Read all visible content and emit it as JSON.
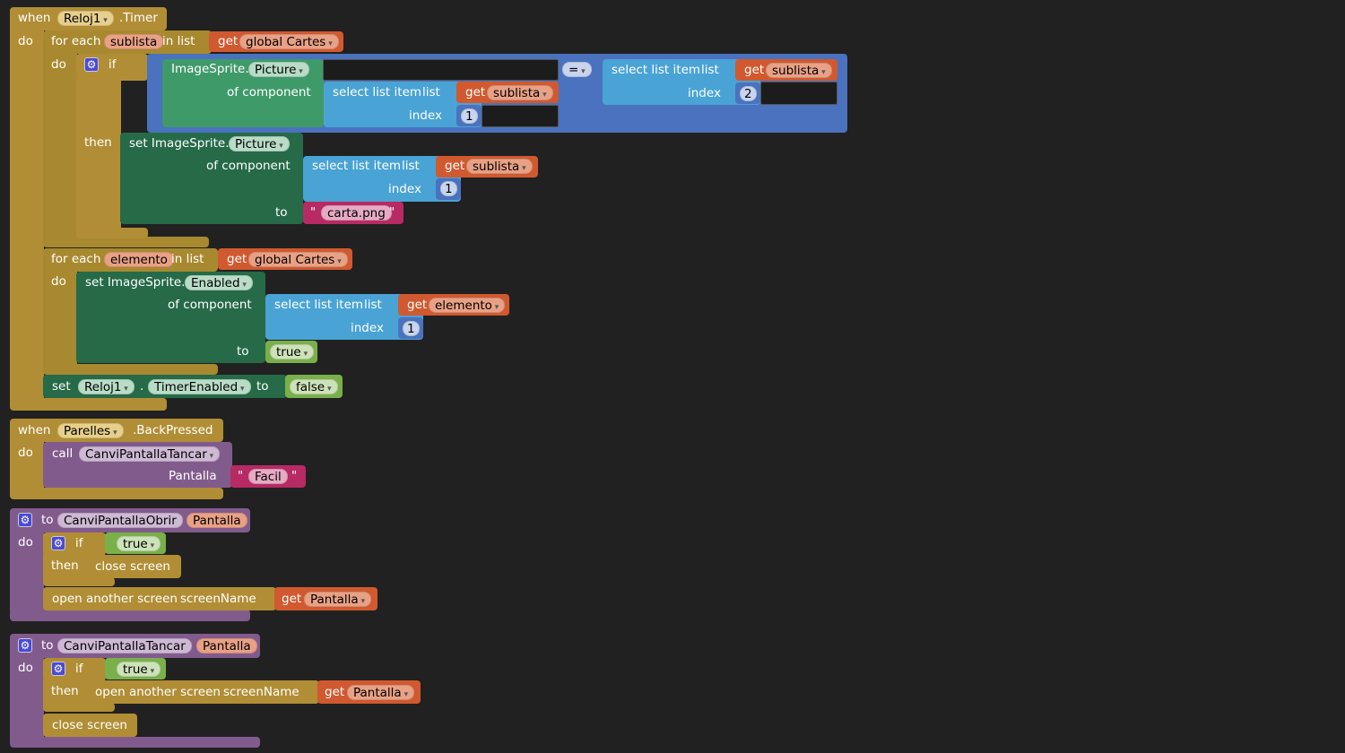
{
  "ev1": {
    "when": "when",
    "component": "Reloj1",
    "event": ".Timer",
    "do": "do",
    "foreach1": {
      "label": "for each",
      "var": "sublista",
      "in_list": "in list",
      "get": "get",
      "list": "global Cartes",
      "do": "do"
    },
    "if_block": {
      "if": "if",
      "then": "then",
      "getter": {
        "component": "ImageSprite.",
        "prop": "Picture",
        "of_component": "of component"
      },
      "sel1": {
        "label": "select list item",
        "list": "list",
        "get": "get",
        "var": "sublista",
        "index": "index",
        "num": "1"
      },
      "eq": "=",
      "sel2": {
        "label": "select list item",
        "list": "list",
        "get": "get",
        "var": "sublista",
        "index": "index",
        "num": "2"
      },
      "setter": {
        "label": "set ImageSprite.",
        "prop": "Picture",
        "of_component": "of component",
        "to": "to"
      },
      "sel3": {
        "label": "select list item",
        "list": "list",
        "get": "get",
        "var": "sublista",
        "index": "index",
        "num": "1"
      },
      "text": "carta.png",
      "quote": "\""
    },
    "foreach2": {
      "label": "for each",
      "var": "elemento",
      "in_list": "in list",
      "get": "get",
      "list": "global Cartes",
      "do": "do"
    },
    "setter2": {
      "label": "set ImageSprite.",
      "prop": "Enabled",
      "of_component": "of component",
      "to": "to",
      "value": "true"
    },
    "sel4": {
      "label": "select list item",
      "list": "list",
      "get": "get",
      "var": "elemento",
      "index": "index",
      "num": "1"
    },
    "set_timer": {
      "set": "set",
      "component": "Reloj1",
      "dot": ".",
      "prop": "TimerEnabled",
      "to": "to",
      "value": "false"
    }
  },
  "ev2": {
    "when": "when",
    "component": "Parelles",
    "event": ".BackPressed",
    "do": "do",
    "call": "call",
    "proc": "CanviPantallaTancar",
    "arg": "Pantalla",
    "text": "Facil",
    "quote": "\""
  },
  "proc1": {
    "to": "to",
    "name": "CanviPantallaObrir",
    "param": "Pantalla",
    "do": "do",
    "if": "if",
    "cond": "true",
    "then": "then",
    "close": "close screen",
    "open": "open another screen",
    "screenName": "screenName",
    "get": "get",
    "var": "Pantalla"
  },
  "proc2": {
    "to": "to",
    "name": "CanviPantallaTancar",
    "param": "Pantalla",
    "do": "do",
    "if": "if",
    "cond": "true",
    "then": "then",
    "open": "open another screen",
    "screenName": "screenName",
    "get": "get",
    "var": "Pantalla",
    "close": "close screen"
  },
  "colors": {
    "control": "#b18e35",
    "procedure": "#825b8d",
    "logic_if": "#4a72be",
    "getter": "#3f9a6a",
    "setter": "#266a48",
    "list": "#4aa3d5",
    "variable": "#d1592f",
    "text": "#b82a63",
    "boolean": "#79b04a"
  },
  "icons": {
    "mutator": "gear-icon"
  }
}
